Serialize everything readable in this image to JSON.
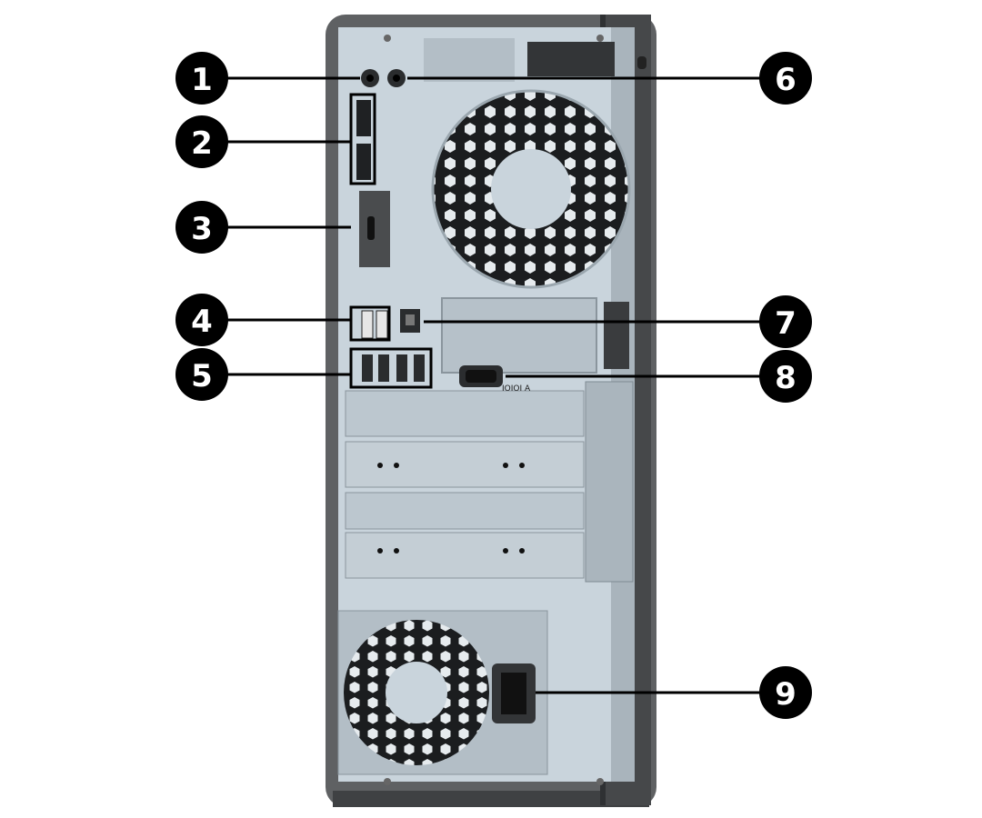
{
  "diagram": {
    "callouts": [
      {
        "number": "1",
        "port": "audio-port-left"
      },
      {
        "number": "2",
        "port": "displayport-pair"
      },
      {
        "number": "3",
        "port": "usb-c-module"
      },
      {
        "number": "4",
        "port": "usb-pair"
      },
      {
        "number": "5",
        "port": "usb-quad"
      },
      {
        "number": "6",
        "port": "audio-port-right"
      },
      {
        "number": "7",
        "port": "rj45-port"
      },
      {
        "number": "8",
        "port": "serial-port"
      },
      {
        "number": "9",
        "port": "power-inlet"
      }
    ],
    "serial_label": "IOIOI A"
  },
  "colors": {
    "chassis": "#5f6163",
    "chassis_dark": "#3f4143",
    "panel": "#c9d4dc",
    "panel_shade": "#b3bec6",
    "line": "#000000",
    "badge": "#000000",
    "badge_text": "#ffffff"
  }
}
